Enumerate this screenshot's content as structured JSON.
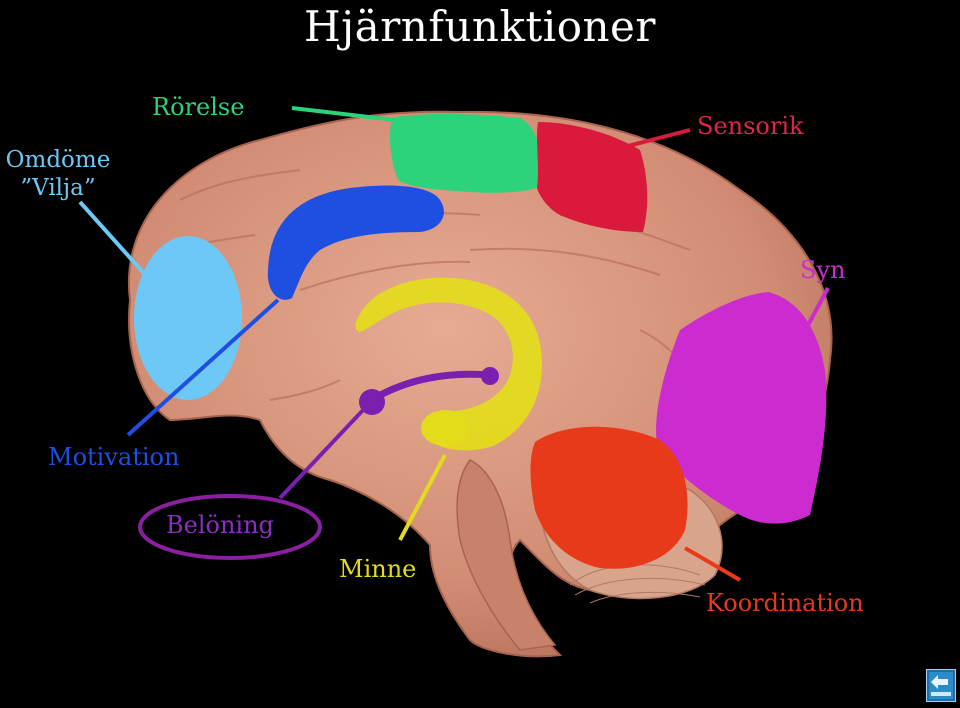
{
  "title": "Hjärnfunktioner",
  "labels": {
    "omdome_line1": "Omdöme",
    "omdome_line2": "”Vilja”",
    "rorelse": "Rörelse",
    "sensorik": "Sensorik",
    "syn": "Syn",
    "motivation": "Motivation",
    "beloning": "Belöning",
    "minne": "Minne",
    "koordination": "Koordination"
  },
  "colors": {
    "background": "#000000",
    "brain": "#d9967e",
    "omdome": "#6ec8f5",
    "rorelse": "#2cd37a",
    "sensorik": "#d91a3c",
    "syn": "#cc2ccf",
    "motivation": "#1f4fe0",
    "beloning": "#7a1fb0",
    "minne": "#e3dc1a",
    "koordination": "#e8391a"
  },
  "icons": {
    "back": "back-arrow-icon"
  }
}
